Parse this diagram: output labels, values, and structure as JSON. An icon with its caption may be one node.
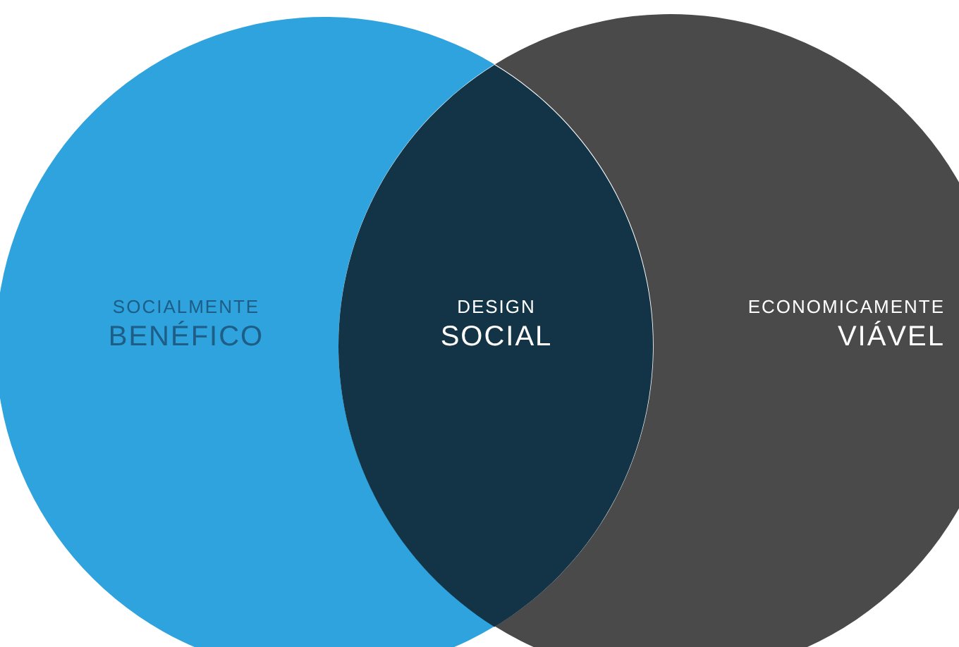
{
  "diagram": {
    "nodes": [
      {
        "text": [
          "SOCIALMENTE",
          "BENÉFICO"
        ]
      },
      {
        "text": [
          "DESIGN",
          "SOCIAL"
        ]
      },
      {
        "text": [
          "ECONOMICAMENTE",
          "VIÁVEL"
        ]
      }
    ]
  }
}
